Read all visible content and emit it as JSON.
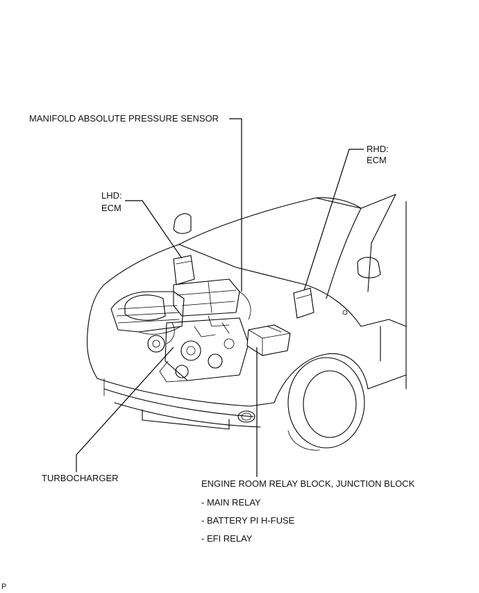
{
  "labels": {
    "map_sensor": "MANIFOLD ABSOLUTE PRESSURE SENSOR",
    "rhd": "RHD:",
    "rhd_ecm": "ECM",
    "lhd": "LHD:",
    "lhd_ecm": "ECM",
    "turbocharger": "TURBOCHARGER",
    "relay_block": "ENGINE ROOM RELAY BLOCK, JUNCTION BLOCK",
    "sub_items": [
      "- MAIN RELAY",
      "- BATTERY PI H-FUSE",
      "- EFI RELAY"
    ],
    "corner": "P"
  }
}
